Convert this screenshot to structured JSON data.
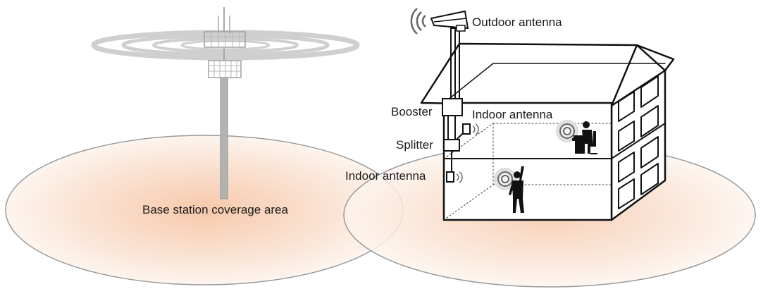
{
  "labels": {
    "outdoor_antenna": "Outdoor antenna",
    "booster": "Booster",
    "indoor_antenna_upper": "Indoor antenna",
    "splitter": "Splitter",
    "indoor_antenna_lower": "Indoor antenna",
    "coverage_area": "Base station coverage area"
  },
  "colors": {
    "coverage_center": "#f6c9ac",
    "coverage_edge": "#fdf3ec",
    "coverage_outline": "#9a9a9a",
    "tower": "#a8a8a8",
    "signal_rings": "#c8c8c8",
    "building_line": "#111111",
    "people": "#111111"
  }
}
